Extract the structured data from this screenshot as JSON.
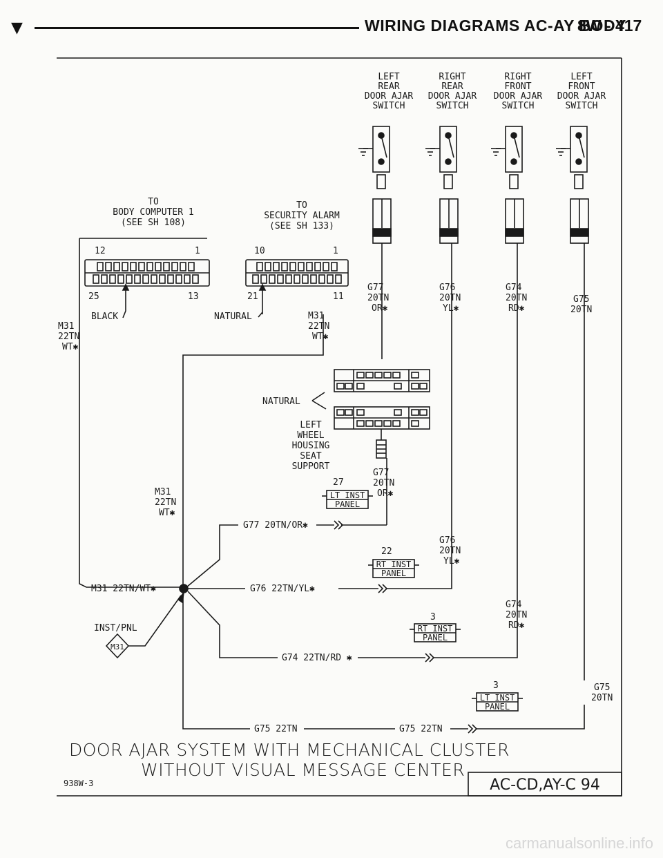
{
  "header": {
    "marker": "▼",
    "title": "WIRING DIAGRAMS AC-AY BODY",
    "page_number": "8W - 417"
  },
  "switches": [
    {
      "label": [
        "LEFT",
        "REAR",
        "DOOR AJAR",
        "SWITCH"
      ],
      "wire": [
        "G77",
        "20TN",
        "OR✱"
      ]
    },
    {
      "label": [
        "RIGHT",
        "REAR",
        "DOOR AJAR",
        "SWITCH"
      ],
      "wire": [
        "G76",
        "20TN",
        "YL✱"
      ]
    },
    {
      "label": [
        "RIGHT",
        "FRONT",
        "DOOR AJAR",
        "SWITCH"
      ],
      "wire": [
        "G74",
        "20TN",
        "RD✱"
      ]
    },
    {
      "label": [
        "LEFT",
        "FRONT",
        "DOOR AJAR",
        "SWITCH"
      ],
      "wire": [
        "G75",
        "20TN"
      ]
    }
  ],
  "body_computer": {
    "label": [
      "TO",
      "BODY COMPUTER 1",
      "(SEE SH 108)"
    ],
    "pins": [
      "12",
      "1",
      "25",
      "13"
    ],
    "color": "BLACK"
  },
  "security_alarm": {
    "label": [
      "TO",
      "SECURITY ALARM",
      "(SEE SH 133)"
    ],
    "pins": [
      "10",
      "1",
      "21",
      "11"
    ],
    "color": "NATURAL"
  },
  "m31_wires": {
    "left": [
      "M31",
      "22TN",
      "WT✱"
    ],
    "right": [
      "M31",
      "22TN",
      "WT✱"
    ],
    "mid": [
      "M31",
      "22TN",
      "WT✱"
    ]
  },
  "housing_connector": {
    "color": "NATURAL",
    "label": [
      "LEFT",
      "WHEEL",
      "HOUSING",
      "SEAT",
      "SUPPORT"
    ]
  },
  "panel_connectors": [
    {
      "pin": "27",
      "label": [
        "LT INST",
        "PANEL"
      ],
      "wire": [
        "G77",
        "20TN",
        "OR✱"
      ],
      "run": "G77 20TN/OR✱"
    },
    {
      "pin": "22",
      "label": [
        "RT INST",
        "PANEL"
      ],
      "wire": [
        "G76",
        "20TN",
        "YL✱"
      ],
      "run": "G76 22TN/YL✱"
    },
    {
      "pin": "3",
      "label": [
        "RT INST",
        "PANEL"
      ],
      "wire": [
        "G74",
        "20TN",
        "RD✱"
      ],
      "run": "G74 22TN/RD ✱"
    },
    {
      "pin": "3",
      "label": [
        "LT INST",
        "PANEL"
      ],
      "wire": [
        "G75",
        "20TN"
      ],
      "run": "G75 22TN"
    }
  ],
  "splice": {
    "m31_run": "M31 22TN/WT✱",
    "ground_label": "INST/PNL",
    "ground_id": "M31",
    "g75_run_left": "G75 22TN"
  },
  "caption": {
    "line1": "DOOR AJAR SYSTEM WITH MECHANICAL CLUSTER",
    "line2": "WITHOUT VISUAL MESSAGE CENTER",
    "code": "AC-CD,AY-C 94",
    "figure_id": "938W-3"
  },
  "watermark": "carmanualsonline.info"
}
